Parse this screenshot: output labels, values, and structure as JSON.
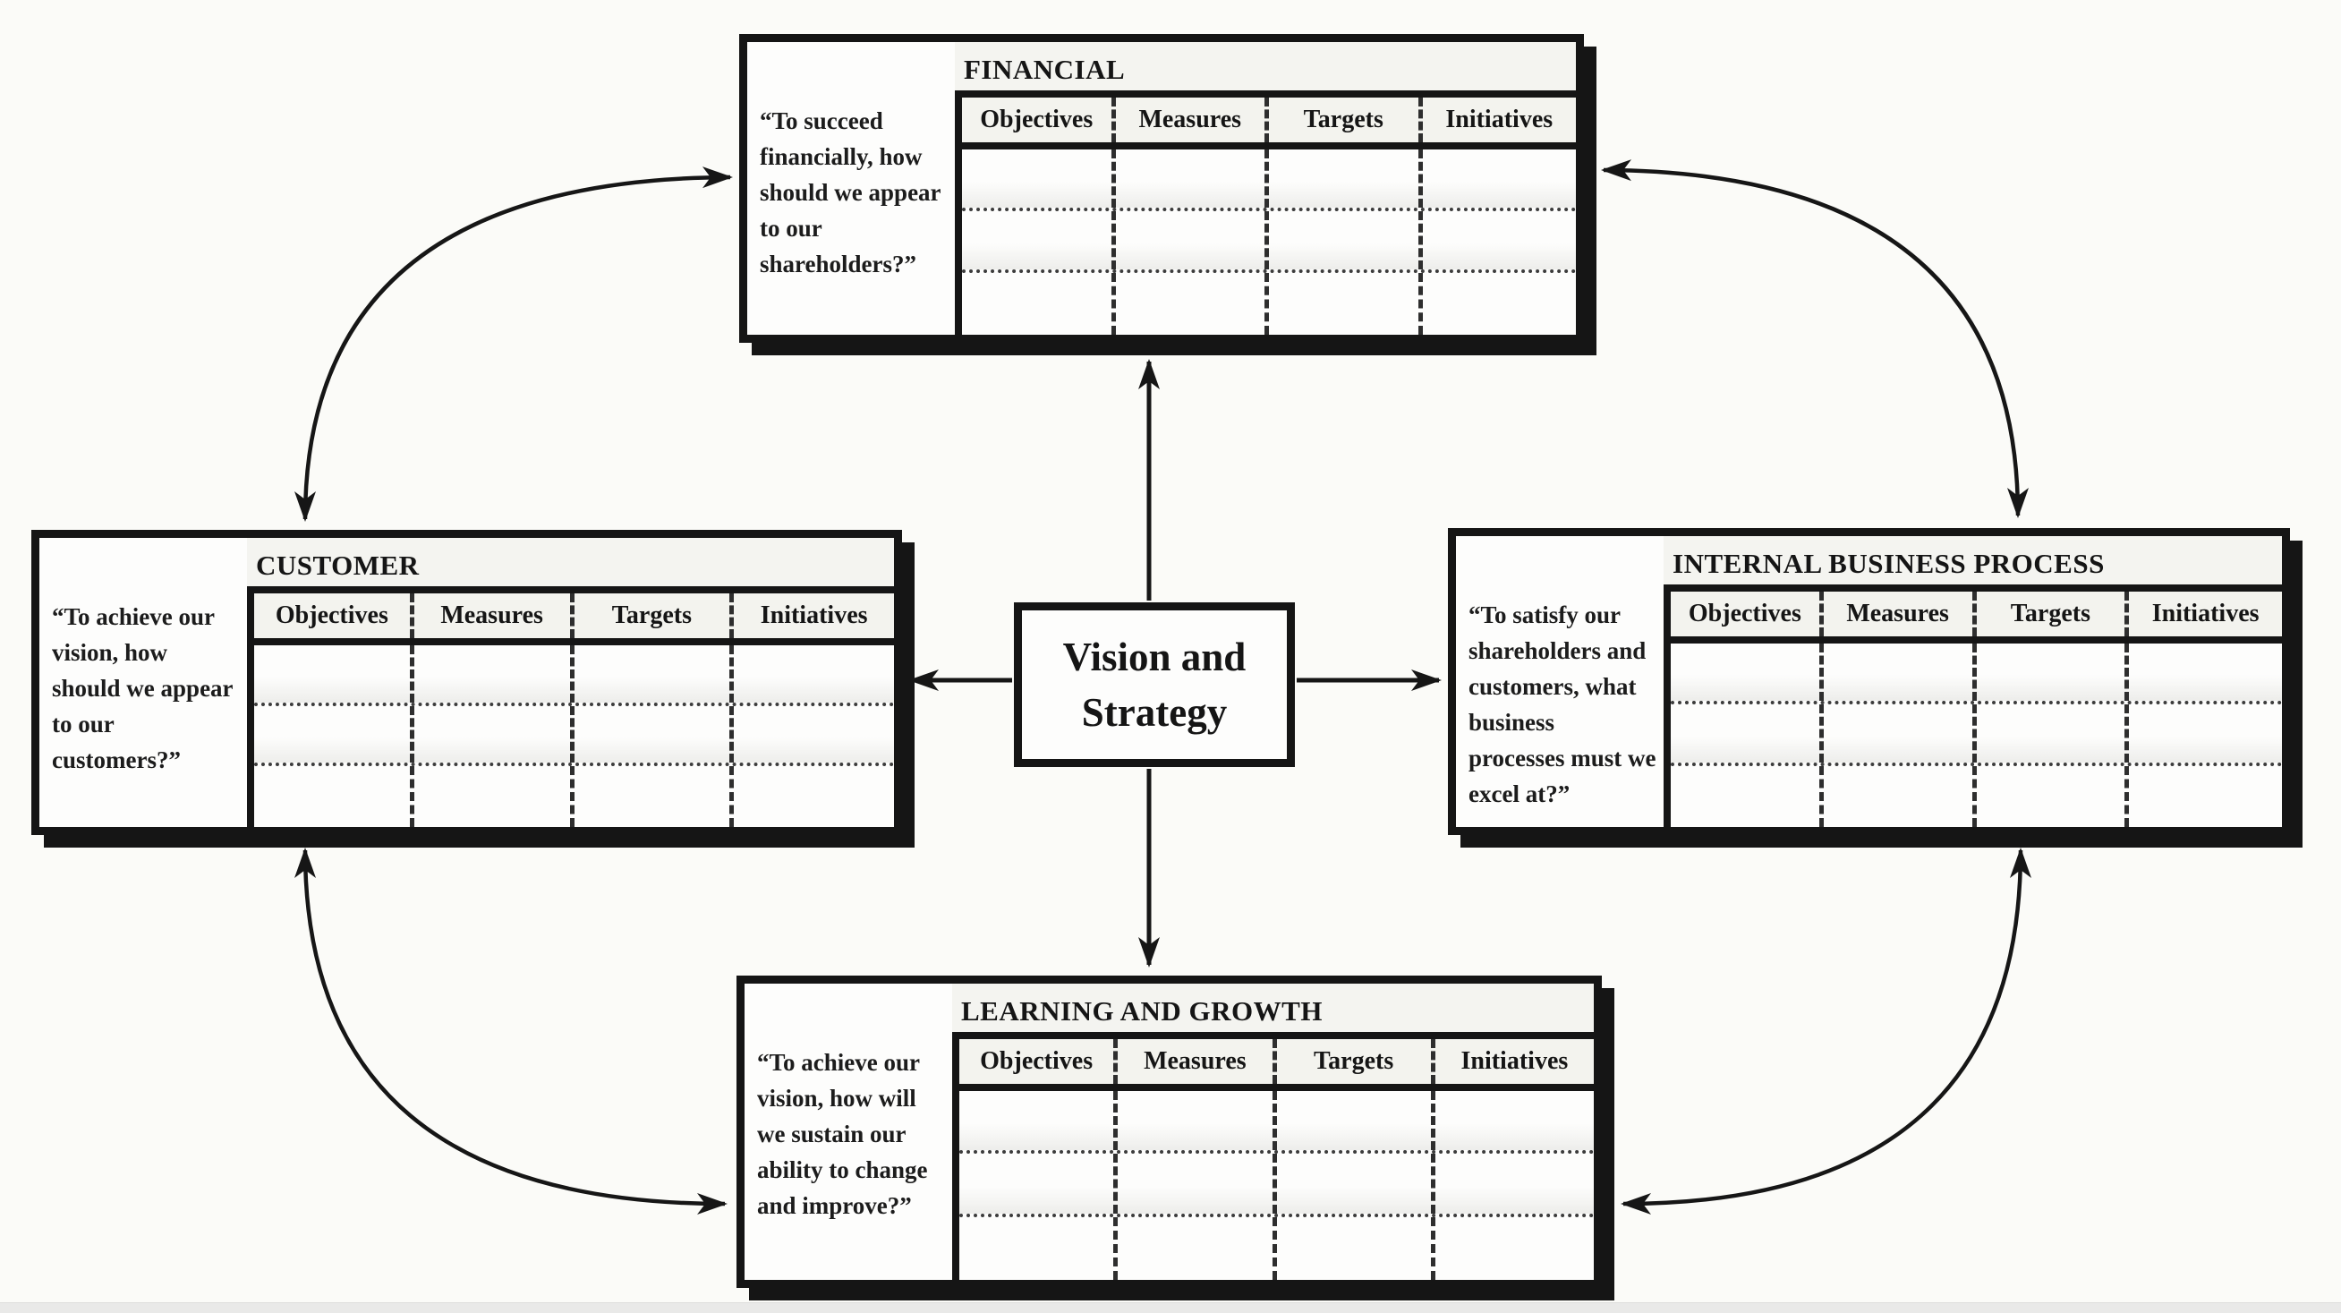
{
  "center": {
    "label": "Vision and Strategy"
  },
  "table_columns": [
    "Objectives",
    "Measures",
    "Targets",
    "Initiatives"
  ],
  "perspectives": [
    {
      "id": "financial",
      "title": "FINANCIAL",
      "question": "“To succeed financially, how should we appear to our shareholders?”"
    },
    {
      "id": "customer",
      "title": "CUSTOMER",
      "question": "“To achieve our vision, how should we appear to our customers?”"
    },
    {
      "id": "internal-business-process",
      "title": "INTERNAL BUSINESS PROCESS",
      "question": "“To satisfy our shareholders and customers, what business processes must we excel at?”"
    },
    {
      "id": "learning-and-growth",
      "title": "LEARNING AND GROWTH",
      "question": "“To achieve our vision, how will we sustain our ability to change and improve?”"
    }
  ],
  "colors": {
    "ink": "#151515",
    "paper": "#fbfbf8",
    "panel": "#fdfdfc",
    "bottom_strip": "#e9e9e8"
  }
}
